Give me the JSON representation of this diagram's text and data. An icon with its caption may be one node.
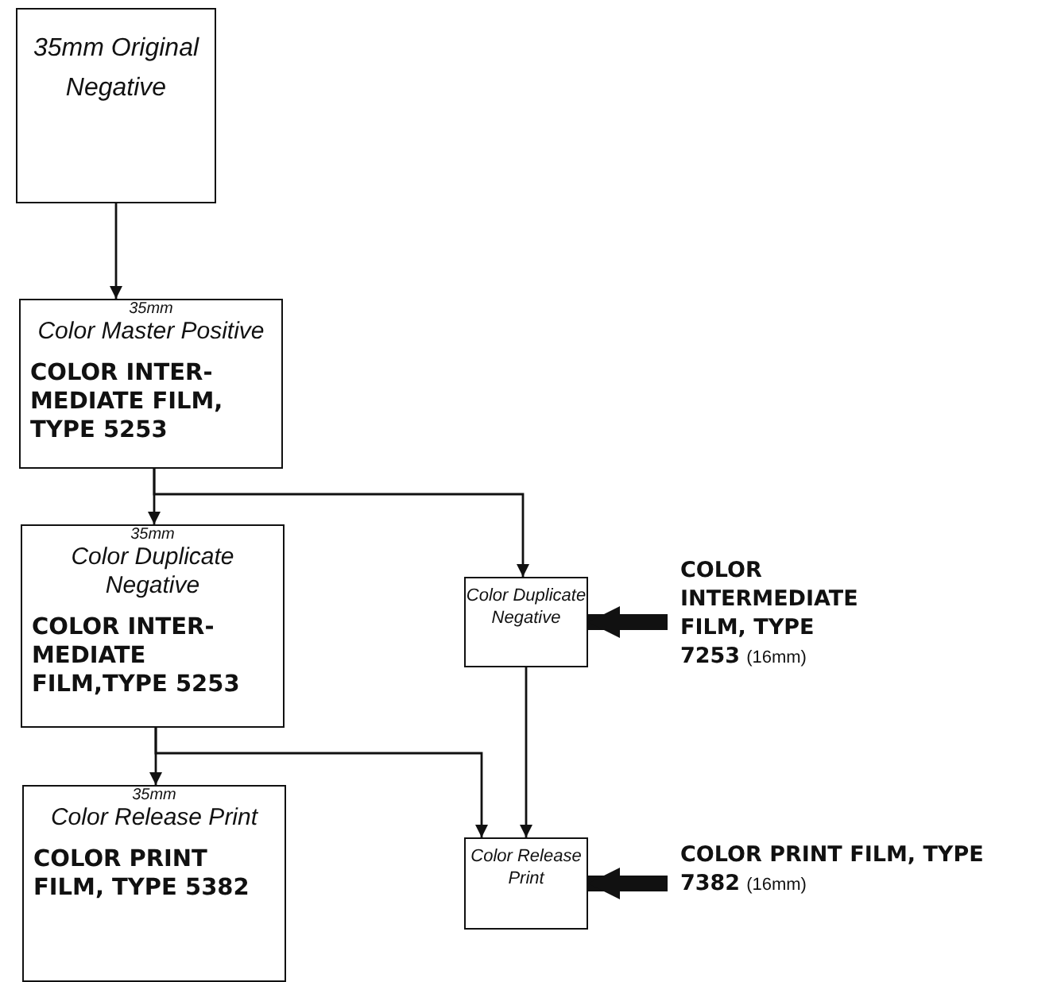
{
  "diagram": {
    "nodes": [
      {
        "text": [
          "35mm Original Negative"
        ]
      },
      {
        "text": [
          "35mm",
          "Color Master Positive",
          "COLOR INTER-MEDIATE FILM, TYPE 5253"
        ]
      },
      {
        "text": [
          "35mm",
          "Color Duplicate Negative",
          "COLOR INTER-MEDIATE FILM,TYPE 5253"
        ]
      },
      {
        "text": [
          "35mm",
          "Color Release Print",
          "COLOR PRINT FILM, TYPE 5382"
        ]
      },
      {
        "text": [
          "Color Duplicate Negative"
        ]
      },
      {
        "text": [
          "COLOR INTERMEDIATE FILM, TYPE 7253",
          "(16mm)"
        ]
      },
      {
        "text": [
          "Color Release Print"
        ]
      },
      {
        "text": [
          "COLOR PRINT FILM, TYPE 7382",
          "(16mm)"
        ]
      }
    ],
    "edges": [
      {
        "from": 0,
        "to": 1,
        "arrow": "to"
      },
      {
        "from": 1,
        "to": 2,
        "arrow": "to"
      },
      {
        "from": 1,
        "to": 4,
        "arrow": "to"
      },
      {
        "from": 2,
        "to": 3,
        "arrow": "to"
      },
      {
        "from": 2,
        "to": 6,
        "arrow": "to"
      },
      {
        "from": 4,
        "to": 6,
        "arrow": "to"
      },
      {
        "from": 5,
        "to": 4,
        "arrow": "to",
        "style": "thick"
      },
      {
        "from": 7,
        "to": 6,
        "arrow": "to",
        "style": "thick"
      }
    ]
  }
}
